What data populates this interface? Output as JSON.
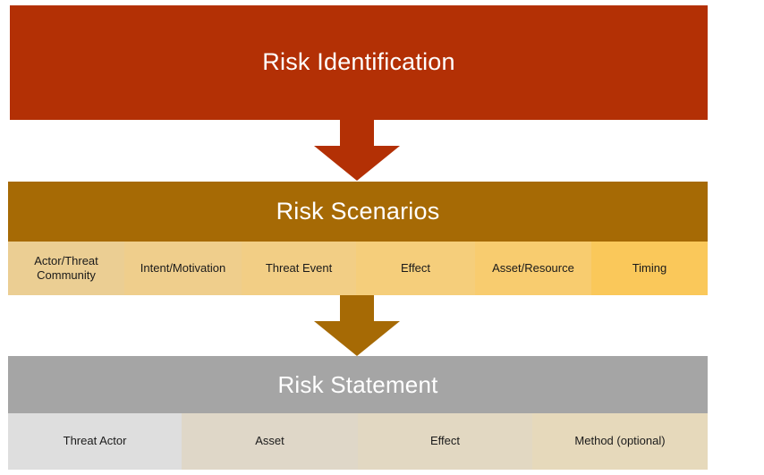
{
  "diagram": {
    "title": "Risk Identification / Risk Scenarios / Risk Statement flow",
    "background": "#ffffff",
    "stages": [
      {
        "id": "risk-identification",
        "title": "Risk Identification",
        "header_color": "#B33005",
        "title_color": "#ffffff",
        "cells": []
      },
      {
        "id": "risk-scenarios",
        "title": "Risk Scenarios",
        "header_color": "#A66A05",
        "title_color": "#ffffff",
        "cells": [
          {
            "label": "Actor/Threat Community",
            "color": "#EBCE93",
            "width": 130
          },
          {
            "label": "Intent/Motivation",
            "color": "#EFCE8C",
            "width": 131
          },
          {
            "label": "Threat Event",
            "color": "#F2CE85",
            "width": 128
          },
          {
            "label": "Effect",
            "color": "#F5CE7B",
            "width": 133
          },
          {
            "label": "Asset/Resource",
            "color": "#F8CC6F",
            "width": 130
          },
          {
            "label": "Timing",
            "color": "#FAC85A",
            "width": 130
          }
        ]
      },
      {
        "id": "risk-statement",
        "title": "Risk Statement",
        "header_color": "#A5A5A5",
        "title_color": "#ffffff",
        "cells": [
          {
            "label": "Threat Actor",
            "color": "#DEDEDE",
            "width": 194
          },
          {
            "label": "Asset",
            "color": "#DFD7C8",
            "width": 197
          },
          {
            "label": "Effect",
            "color": "#E2D8C2",
            "width": 195
          },
          {
            "label": "Method (optional)",
            "color": "#E6D9BB",
            "width": 196
          }
        ]
      }
    ],
    "arrows": [
      {
        "id": "identification-to-scenarios",
        "from": "risk-identification",
        "to": "risk-scenarios",
        "color": "#B33005",
        "direction": "down"
      },
      {
        "id": "scenarios-to-statement",
        "from": "risk-scenarios",
        "to": "risk-statement",
        "color": "#A66A05",
        "direction": "down"
      }
    ]
  }
}
